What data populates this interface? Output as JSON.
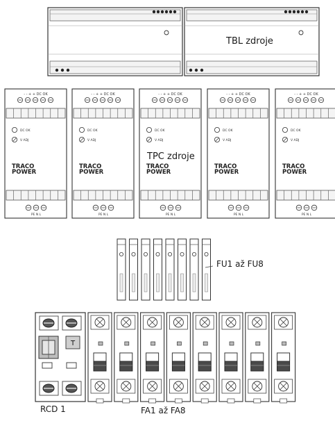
{
  "labels": {
    "tbl": "TBL zdroje",
    "tpc": "TPC zdroje",
    "fu": "FU1 až FU8",
    "rcd": "RCD 1",
    "fa": "FA1 až FA8"
  },
  "tpc_module": {
    "brand_line1": "TRACO",
    "brand_line2": "POWER",
    "led_dc_ok": "DC OK",
    "led_v_adj": "V ADJ",
    "top_terminals": "- - + + DC OK",
    "bottom_terminals": "PE N L"
  },
  "rcd_test_button": "T",
  "counts": {
    "tpc_modules": 5,
    "fuses": 8,
    "breakers": 8
  }
}
